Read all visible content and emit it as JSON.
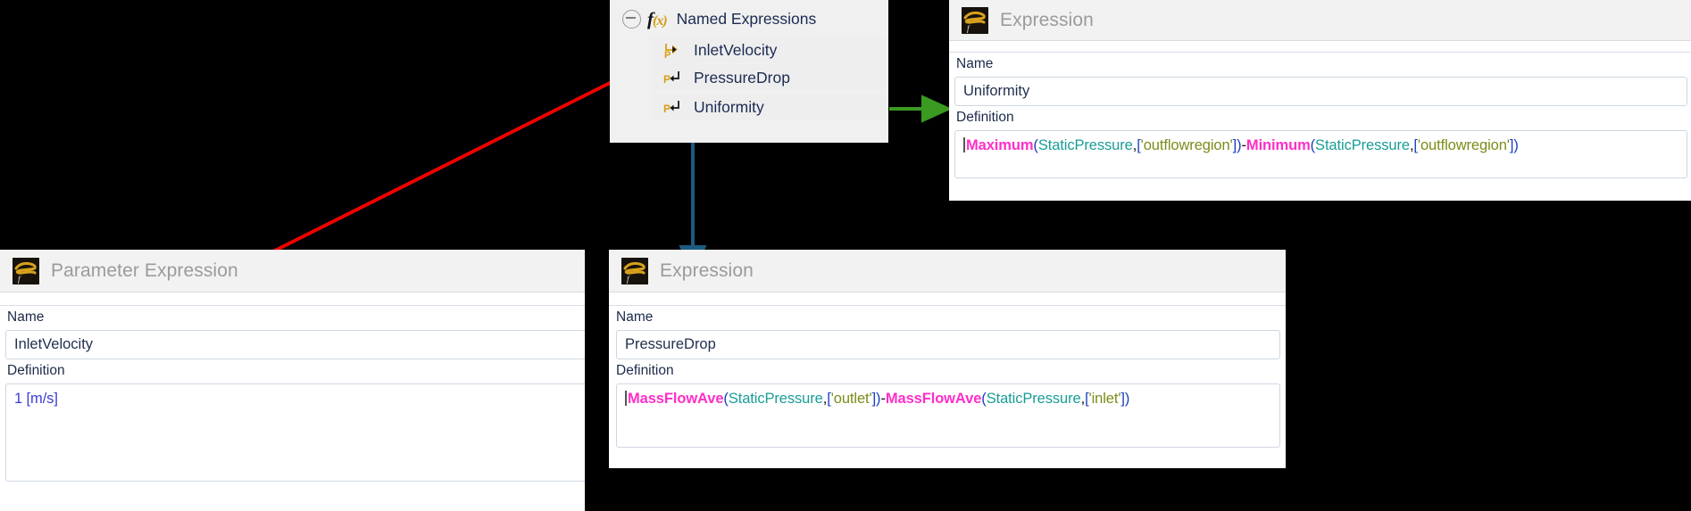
{
  "tree": {
    "root_label": "Named Expressions",
    "root_icon": "fx-icon",
    "collapse_icon": "collapse-minus-icon",
    "items": [
      {
        "label": "InletVelocity",
        "icon": "parameter-expression-icon",
        "highlight": "#ee0000"
      },
      {
        "label": "PressureDrop",
        "icon": "expression-icon",
        "highlight": "#1b5b80"
      },
      {
        "label": "Uniformity",
        "icon": "expression-icon",
        "highlight": "#3a9a22"
      }
    ]
  },
  "panel_uniformity": {
    "title": "Expression",
    "title_icon": "expression-app-icon",
    "name_label": "Name",
    "name_value": "Uniformity",
    "definition_label": "Definition",
    "definition_text": "Maximum(StaticPressure,['outflowregion'])-Minimum(StaticPressure,['outflowregion'])",
    "definition_tokens": [
      {
        "t": "Maximum",
        "c": "fn"
      },
      {
        "t": "(",
        "c": "brk"
      },
      {
        "t": "StaticPressure",
        "c": "var"
      },
      {
        "t": ",",
        "c": "op"
      },
      {
        "t": "[",
        "c": "brk"
      },
      {
        "t": "'outflowregion'",
        "c": "str"
      },
      {
        "t": "]",
        "c": "brk"
      },
      {
        "t": ")",
        "c": "brk"
      },
      {
        "t": "-",
        "c": "op"
      },
      {
        "t": "Minimum",
        "c": "fn"
      },
      {
        "t": "(",
        "c": "brk"
      },
      {
        "t": "StaticPressure",
        "c": "var"
      },
      {
        "t": ",",
        "c": "op"
      },
      {
        "t": "[",
        "c": "brk"
      },
      {
        "t": "'outflowregion'",
        "c": "str"
      },
      {
        "t": "]",
        "c": "brk"
      },
      {
        "t": ")",
        "c": "brk"
      }
    ]
  },
  "panel_inletvelocity": {
    "title": "Parameter Expression",
    "title_icon": "expression-app-icon",
    "name_label": "Name",
    "name_value": "InletVelocity",
    "definition_label": "Definition",
    "definition_text": "1 [m/s]",
    "definition_tokens": [
      {
        "t": "1 [m/s]",
        "c": "plain"
      }
    ]
  },
  "panel_pressuredrop": {
    "title": "Expression",
    "title_icon": "expression-app-icon",
    "name_label": "Name",
    "name_value": "PressureDrop",
    "definition_label": "Definition",
    "definition_text": "MassFlowAve(StaticPressure,['outlet'])-MassFlowAve(StaticPressure,['inlet'])",
    "definition_tokens": [
      {
        "t": "MassFlowAve",
        "c": "fn"
      },
      {
        "t": "(",
        "c": "brk"
      },
      {
        "t": "StaticPressure",
        "c": "var"
      },
      {
        "t": ",",
        "c": "op"
      },
      {
        "t": "[",
        "c": "brk"
      },
      {
        "t": "'outlet'",
        "c": "str"
      },
      {
        "t": "]",
        "c": "brk"
      },
      {
        "t": ")",
        "c": "brk"
      },
      {
        "t": "-",
        "c": "op"
      },
      {
        "t": "MassFlowAve",
        "c": "fn"
      },
      {
        "t": "(",
        "c": "brk"
      },
      {
        "t": "StaticPressure",
        "c": "var"
      },
      {
        "t": ",",
        "c": "op"
      },
      {
        "t": "[",
        "c": "brk"
      },
      {
        "t": "'inlet'",
        "c": "str"
      },
      {
        "t": "]",
        "c": "brk"
      },
      {
        "t": ")",
        "c": "brk"
      }
    ]
  },
  "annotations": {
    "arrows": [
      {
        "name": "red-arrow-inletvelocity",
        "color": "#ee0000"
      },
      {
        "name": "blue-arrow-pressuredrop",
        "color": "#1b5b80"
      },
      {
        "name": "green-arrow-uniformity",
        "color": "#3a9a22"
      }
    ]
  }
}
